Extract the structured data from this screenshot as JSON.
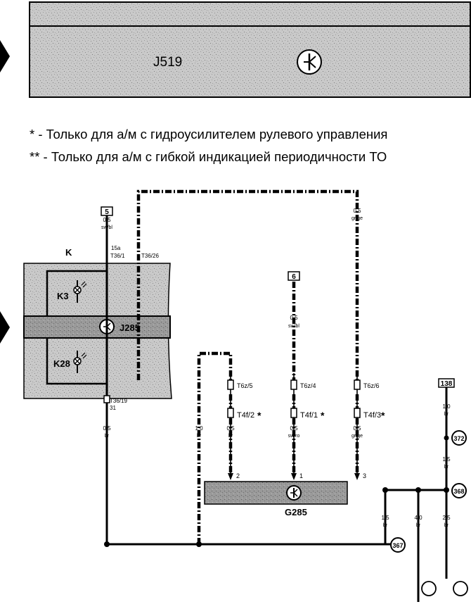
{
  "top_unit": {
    "label": "J519"
  },
  "footnotes": [
    "* - Только для а/м с гидроусилителем рулевого управления",
    "** - Только для а/м с гибкой индикацией периодичности ТО"
  ],
  "instrument_cluster": {
    "label": "K",
    "lamps": [
      "K3",
      "K28"
    ],
    "controller": "J285",
    "pins": [
      "15a",
      "T36/1",
      "T36/26",
      "T36/19",
      "31"
    ]
  },
  "refs": [
    "5",
    "6",
    "138"
  ],
  "wires": {
    "w5": {
      "gauge": "0,5",
      "color": "sw/bl"
    },
    "wTop": {
      "gauge": "0,5",
      "color": "gr/ge"
    },
    "w6": {
      "gauge": "0,5",
      "color": "sw/bl"
    },
    "wK31": {
      "gauge": "0,5",
      "color": "br"
    },
    "wLoop": {
      "gauge": "1,0",
      "color": "br"
    },
    "wP2": {
      "gauge": "0,5",
      "color": "br"
    },
    "wP1": {
      "gauge": "0,5",
      "color": "sw/ro"
    },
    "wP3": {
      "gauge": "0,5",
      "color": "gr/ge"
    },
    "w138": {
      "gauge": "1,0",
      "color": "br"
    },
    "wB1": {
      "gauge": "1,5",
      "color": "br"
    },
    "wG1": {
      "gauge": "1,5",
      "color": "br"
    },
    "wG2": {
      "gauge": "4,0",
      "color": "br"
    },
    "wG3": {
      "gauge": "2,5",
      "color": "br"
    }
  },
  "connectors": {
    "c1": {
      "name": "T6z/5"
    },
    "c2": {
      "name": "T6z/4"
    },
    "c3": {
      "name": "T6z/6"
    },
    "c4": {
      "name": "T4f/2",
      "mark": "*"
    },
    "c5": {
      "name": "T4f/1",
      "mark": "*"
    },
    "c6": {
      "name": "T4f/3",
      "mark": "*"
    }
  },
  "sensor": {
    "label": "G285",
    "pins": [
      "2",
      "1",
      "3"
    ]
  },
  "ground_points": [
    "372",
    "368",
    "367"
  ]
}
